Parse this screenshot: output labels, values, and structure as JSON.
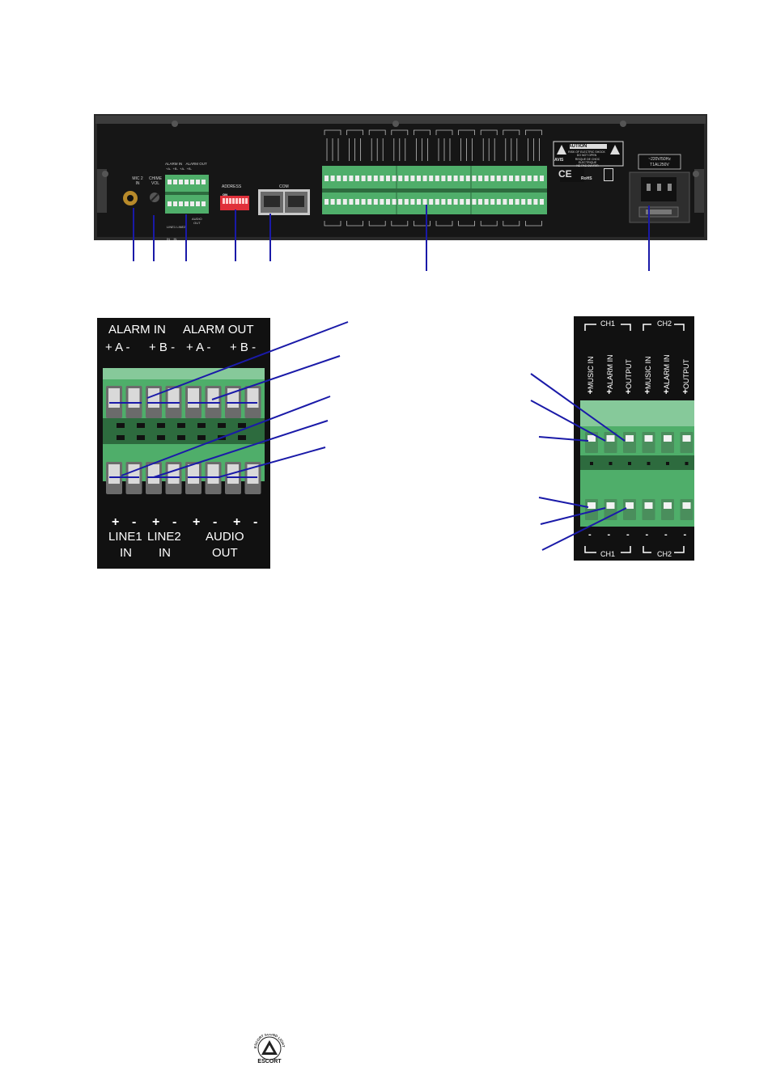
{
  "rear_panel": {
    "mic_label_1": "MIC 2",
    "mic_label_2": "IN",
    "chime_label_1": "CHIME",
    "chime_label_2": "VOL",
    "alarm_in_small": "ALARM IN",
    "alarm_out_small": "ALARM OUT",
    "pins_small_top": "+A-  +B-  +A-  +B-",
    "line_small": "LINE1 LINE2",
    "in_small": "IN    IN",
    "audio_small": "AUDIO",
    "out_small": "OUT",
    "address_label": "ADDRESS",
    "on_label": "ON",
    "com_label": "COM",
    "caution_title": "CAUTION",
    "caution_line1": "RISK OF ELECTRIC SHOCK",
    "caution_line2": "DO NOT OPEN",
    "avis_label": "AVIS",
    "avis_line1": "RISQUE DE CHOC ELECTRIQUE",
    "avis_line2": "NE PAS OUVRIR",
    "ce_mark": "CE",
    "rohs_mark": "RoHS",
    "power_rating_1": "~220V/50Hz",
    "power_rating_2": "T1AL250V"
  },
  "left_inset": {
    "alarm_in": "ALARM IN",
    "alarm_out": "ALARM OUT",
    "pins_a1": "+ A -",
    "pins_b1": "+ B -",
    "pins_a2": "+ A -",
    "pins_b2": "+ B -",
    "bottom_signs": [
      "+",
      "-",
      "+",
      "-",
      "+",
      "-",
      "+",
      "-"
    ],
    "line1": "LINE1",
    "line2": "LINE2",
    "in1": "IN",
    "in2": "IN",
    "audio": "AUDIO",
    "out": "OUT"
  },
  "right_inset": {
    "ch1": "CH1",
    "ch2": "CH2",
    "column_labels": [
      "MUSIC IN",
      "ALARM IN",
      "OUTPUT",
      "MUSIC IN",
      "ALARM IN",
      "OUTPUT"
    ],
    "top_signs": [
      "+",
      "+",
      "+",
      "+",
      "+",
      "+"
    ],
    "bottom_signs": [
      "-",
      "-",
      "-",
      "-",
      "-",
      "-"
    ],
    "ch1_bottom": "CH1",
    "ch2_bottom": "CH2"
  },
  "logo": {
    "brand": "ESCORT",
    "ring_text": "ESCORT SOUND LIGHT DESIGN"
  },
  "colors": {
    "panel": "#1a1a1a",
    "terminal_green": "#4fae6a",
    "terminal_light": "#86c99a",
    "callout_blue": "#1a1aa8",
    "dip_red": "#e0303a"
  }
}
